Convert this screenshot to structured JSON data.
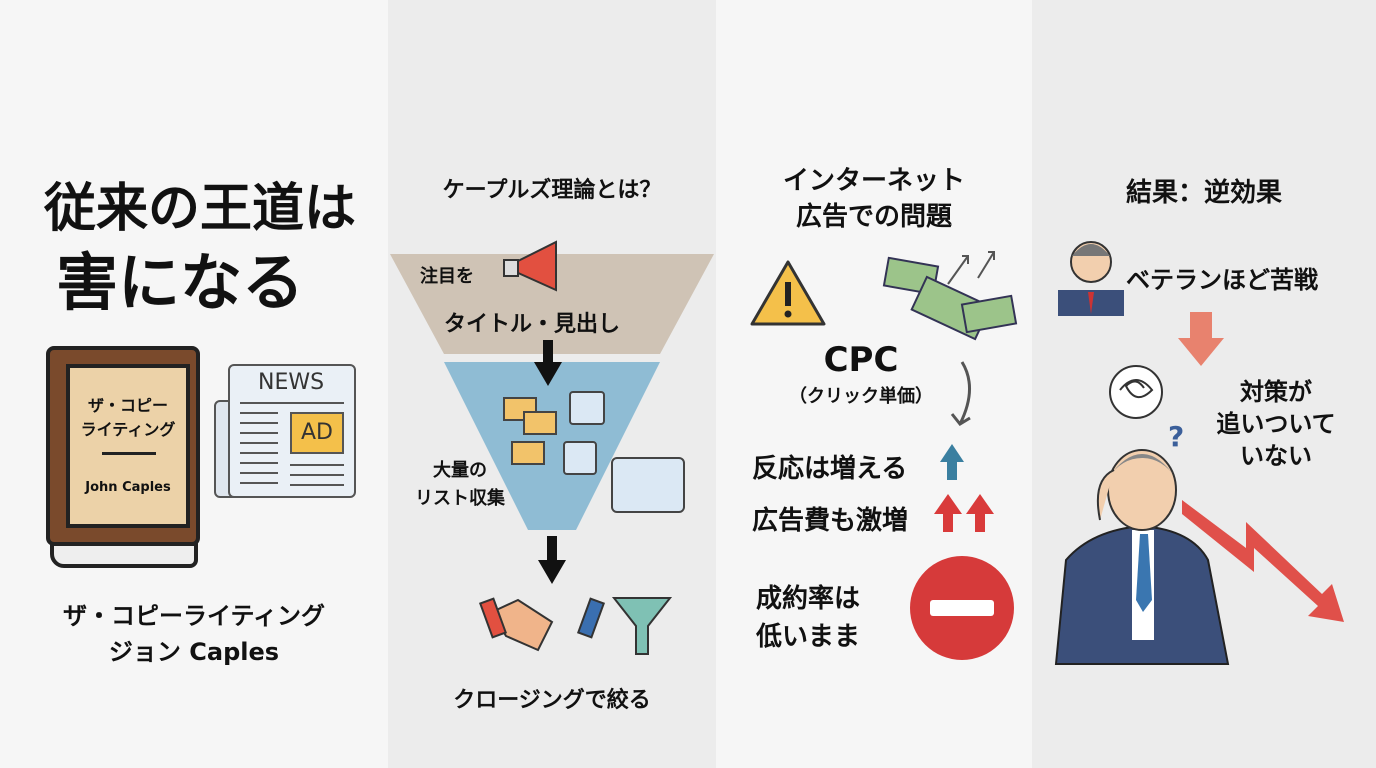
{
  "panel1": {
    "title_line1": "従来の王道は",
    "title_line2": "害になる",
    "book_title_line1": "ザ・コピー",
    "book_title_line2": "ライティング",
    "book_author": "John Caples",
    "news_label": "NEWS",
    "ad_label": "AD",
    "caption_line1": "ザ・コピーライティング",
    "caption_line2": "ジョン Caples"
  },
  "panel2": {
    "title": "ケープルズ理論とは？",
    "step1_label": "注目を",
    "step1_sub": "タイトル・見出し",
    "step2_line1": "大量の",
    "step2_line2": "リスト収集",
    "step3_label": "クロージングで絞る"
  },
  "panel3": {
    "title_line1": "インターネット",
    "title_line2": "広告での問題",
    "cpc": "CPC",
    "cpc_sub": "（クリック単価）",
    "response": "反応は増える",
    "ad_cost": "広告費も激増",
    "conversion_line1": "成約率は",
    "conversion_line2": "低いまま"
  },
  "panel4": {
    "title": "結果：逆効果",
    "veteran": "ベテランほど苦戦",
    "measures_line1": "対策が",
    "measures_line2": "追いついて",
    "measures_line3": "いない"
  },
  "colors": {
    "blue_arrow": "#3a7fa0",
    "red_arrow": "#d93a3a",
    "stop_red": "#d63a3a",
    "funnel_top": "#cfc3b5",
    "funnel_bottom": "#8fbcd4"
  }
}
